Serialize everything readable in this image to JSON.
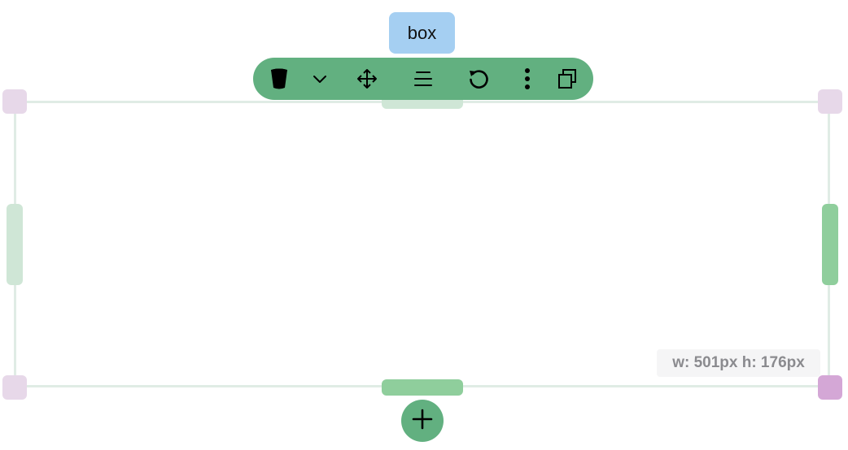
{
  "element_label": "box",
  "dimensions_text": "w: 501px h: 176px",
  "toolbar": {
    "tools": [
      {
        "icon": "trash-icon",
        "label": "delete"
      },
      {
        "icon": "chevron-down-icon",
        "label": "more options"
      },
      {
        "icon": "move-icon",
        "label": "move"
      },
      {
        "icon": "align-icon",
        "label": "align"
      },
      {
        "icon": "rotate-icon",
        "label": "rotate"
      },
      {
        "icon": "kebab-menu-icon",
        "label": "menu"
      },
      {
        "icon": "duplicate-icon",
        "label": "duplicate"
      }
    ]
  },
  "add_button": {
    "icon": "plus-icon"
  },
  "colors": {
    "toolbar_bg": "#62b080",
    "label_bg": "#a5cff2",
    "frame_border": "#e0ece5",
    "corner_handle": "#e7d8e9",
    "corner_handle_active": "#d4a7d6",
    "edge_handle_light": "#cfe6d6",
    "edge_handle_strong": "#8fce9c",
    "dims_bg": "#f5f5f6",
    "dims_text": "#8b8b8f"
  }
}
